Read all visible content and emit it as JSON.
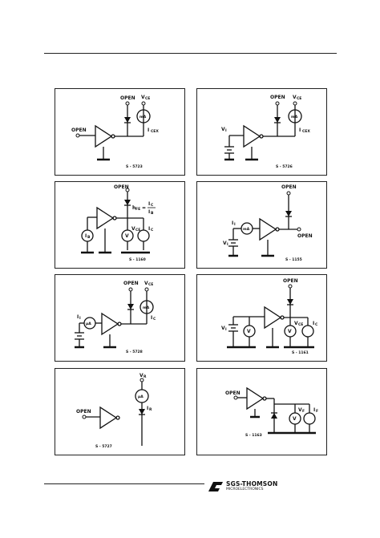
{
  "labels": {
    "open": "OPEN",
    "vce": "V",
    "vce_sub": "CE",
    "ma": "mA",
    "ua": "μA",
    "v": "V",
    "icex": "I",
    "icex_sub": "CEX",
    "vi": "V",
    "vi_sub": "I",
    "ii": "I",
    "ii_sub": "I",
    "ic": "I",
    "ic_sub": "C",
    "ib": "I",
    "ib_sub": "B",
    "vr": "V",
    "vr_sub": "R",
    "ir": "I",
    "ir_sub": "R",
    "vf": "V",
    "vf_sub": "F",
    "if": "I",
    "if_sub": "F",
    "hfe": "h",
    "hfe_sub": "FE",
    "hfe_eq": "=",
    "frac_num": "I",
    "frac_num_sub": "C",
    "frac_den": "I",
    "frac_den_sub": "B"
  },
  "codes": {
    "p1": "S - 5723",
    "p2": "S - 5726",
    "p3": "S - 1160",
    "p4": "S - 1155",
    "p5": "S - 5728",
    "p6": "S - 1161",
    "p7": "S - 5727",
    "p8": "S - 1163"
  },
  "footer": {
    "brand": "SGS-THOMSON",
    "sub": "MICROELECTRONICS"
  }
}
